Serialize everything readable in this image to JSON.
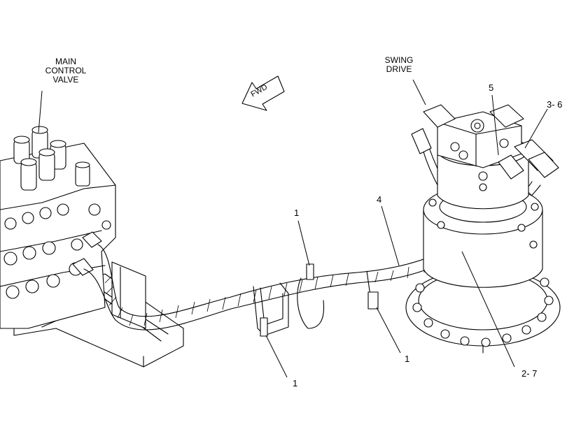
{
  "labels": {
    "main_control_valve": [
      "MAIN",
      "CONTROL",
      "VALVE"
    ],
    "swing_drive": [
      "SWING",
      "DRIVE"
    ],
    "fwd": "FWD"
  },
  "callouts": {
    "c1_top": "1",
    "c1_bottom": "1",
    "c1_right": "1",
    "c4": "4",
    "c5": "5",
    "c3_6": "3- 6",
    "c2_7": "2- 7"
  }
}
